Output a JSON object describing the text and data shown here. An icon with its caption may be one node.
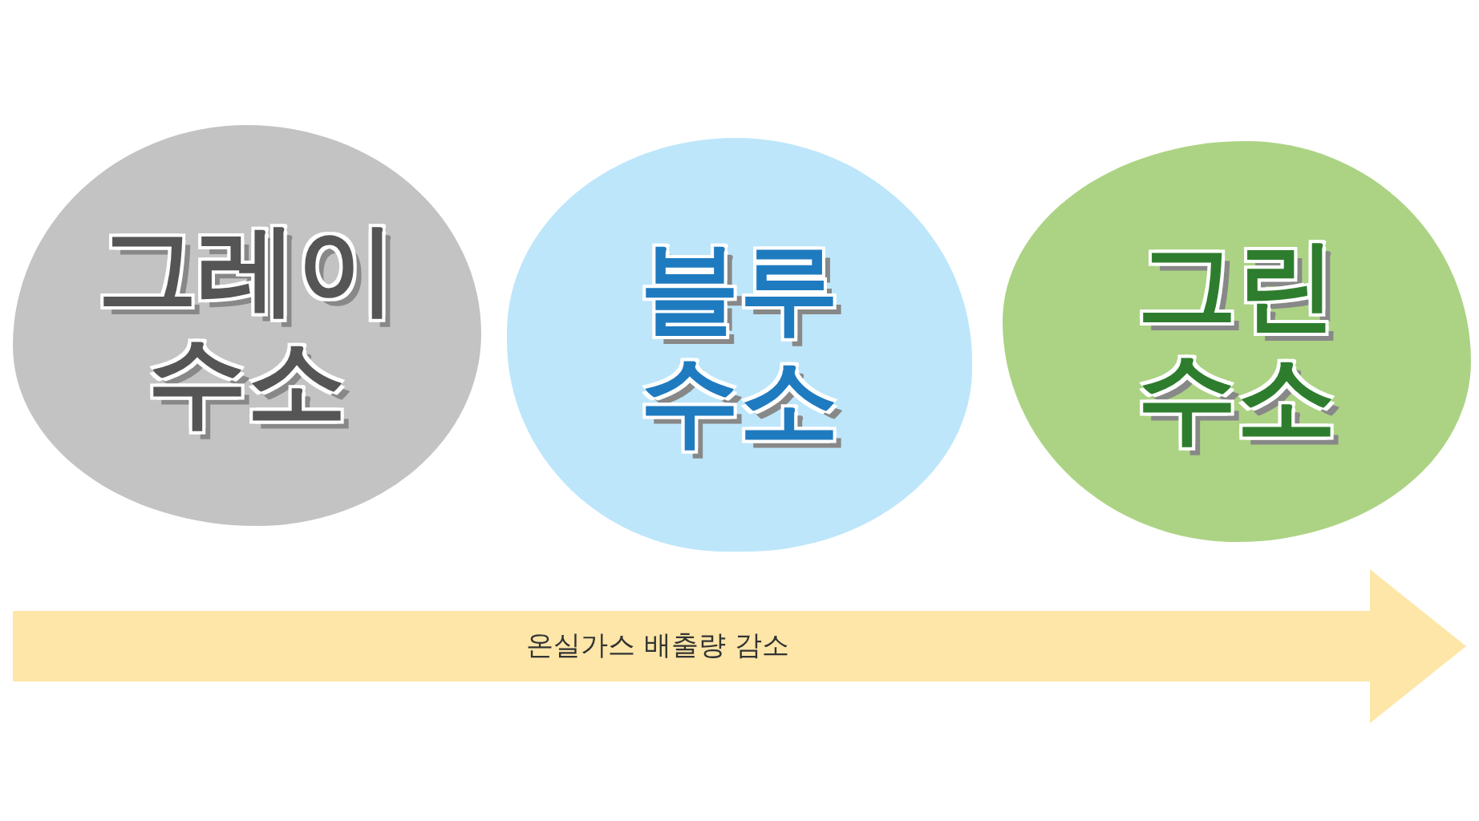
{
  "diagram": {
    "nodes": [
      {
        "text": [
          "그레이 수소"
        ]
      },
      {
        "text": [
          "블루 수소"
        ]
      },
      {
        "text": [
          "그린 수소"
        ]
      },
      {
        "text": [
          "온실가스 배출량 감소"
        ]
      }
    ]
  }
}
